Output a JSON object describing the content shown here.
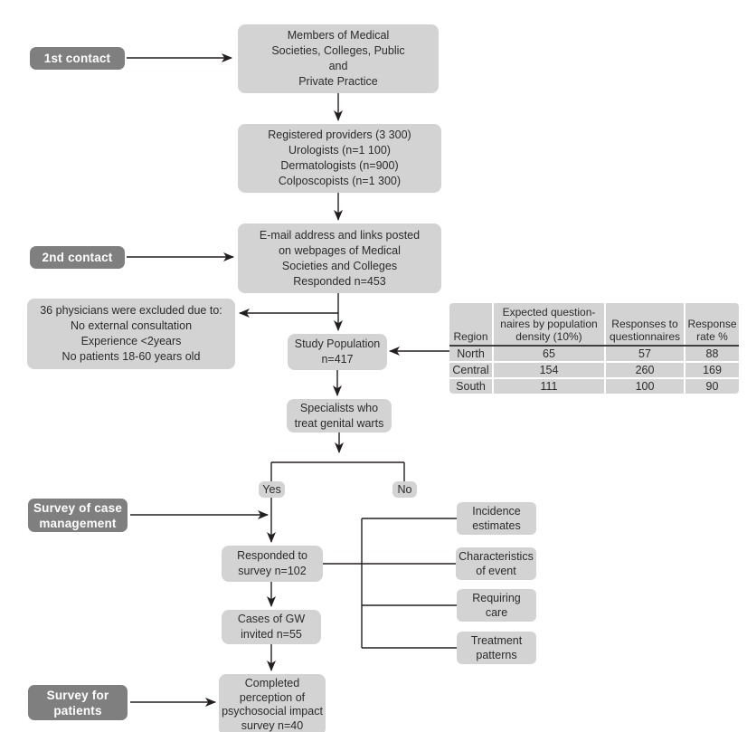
{
  "colors": {
    "background": "#ffffff",
    "box_fill": "#d3d3d3",
    "label_fill": "#7f7f7f",
    "label_text": "#ffffff",
    "text": "#2b2b2b",
    "line": "#231f20",
    "table_rule": "#3f3f3f"
  },
  "stage_labels": {
    "first_contact": "1st contact",
    "second_contact": "2nd contact",
    "survey_case_management": "Survey of case\nmanagement",
    "survey_patients": "Survey for\npatients"
  },
  "flow_boxes": {
    "members": "Members of Medical\nSocieties, Colleges, Public\nand\nPrivate Practice",
    "registered": "Registered providers (3 300)\nUrologists (n=1 100)\nDermatologists (n=900)\nColposcopists (n=1 300)",
    "email": "E-mail address and links posted\non webpages of Medical\nSocieties and Colleges\nResponded n=453",
    "excluded": "36 physicians were excluded due to:\nNo external consultation\nExperience <2years\nNo patients 18-60 years old",
    "study_population": "Study Population\nn=417",
    "specialists": "Specialists who\ntreat genital warts",
    "yes": "Yes",
    "no": "No",
    "responded_survey": "Responded to\nsurvey n=102",
    "cases_gw": "Cases of GW\ninvited n=55",
    "completed": "Completed\nperception of\npsychosocial impact\nsurvey n=40",
    "incidence": "Incidence\nestimates",
    "characteristics": "Characteristics\nof event",
    "requiring_care": "Requiring\ncare",
    "treatment_patterns": "Treatment\npatterns"
  },
  "table": {
    "headers": {
      "region": "Region",
      "expected": "Expected question-\nnaires by population\ndensity (10%)",
      "responses": "Responses to\nquestionnaires",
      "rate": "Response\nrate %"
    },
    "rows": [
      {
        "region": "North",
        "expected": "65",
        "responses": "57",
        "rate": "88"
      },
      {
        "region": "Central",
        "expected": "154",
        "responses": "260",
        "rate": "169"
      },
      {
        "region": "South",
        "expected": "111",
        "responses": "100",
        "rate": "90"
      }
    ]
  }
}
